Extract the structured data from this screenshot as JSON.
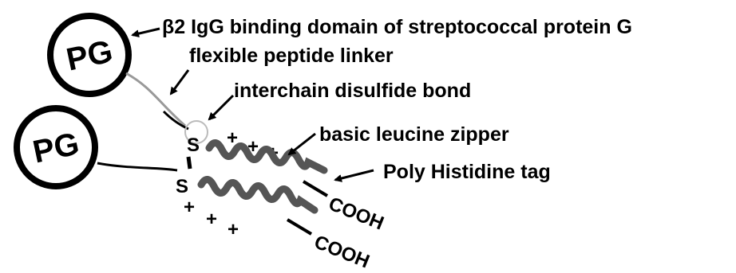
{
  "labels": {
    "b2_domain": "β2 IgG binding domain of streptococcal protein G",
    "linker": "flexible peptide linker",
    "disulfide": "interchain disulfide bond",
    "zipper": "basic leucine zipper",
    "histag": "Poly Histidine tag"
  },
  "molecules": {
    "pg_top": "PG",
    "pg_bottom": "PG"
  },
  "residues": {
    "sulfur_top": "S",
    "sulfur_bottom": "S",
    "plus": "+",
    "cooh_top": "COOH",
    "cooh_bottom": "COOH"
  }
}
